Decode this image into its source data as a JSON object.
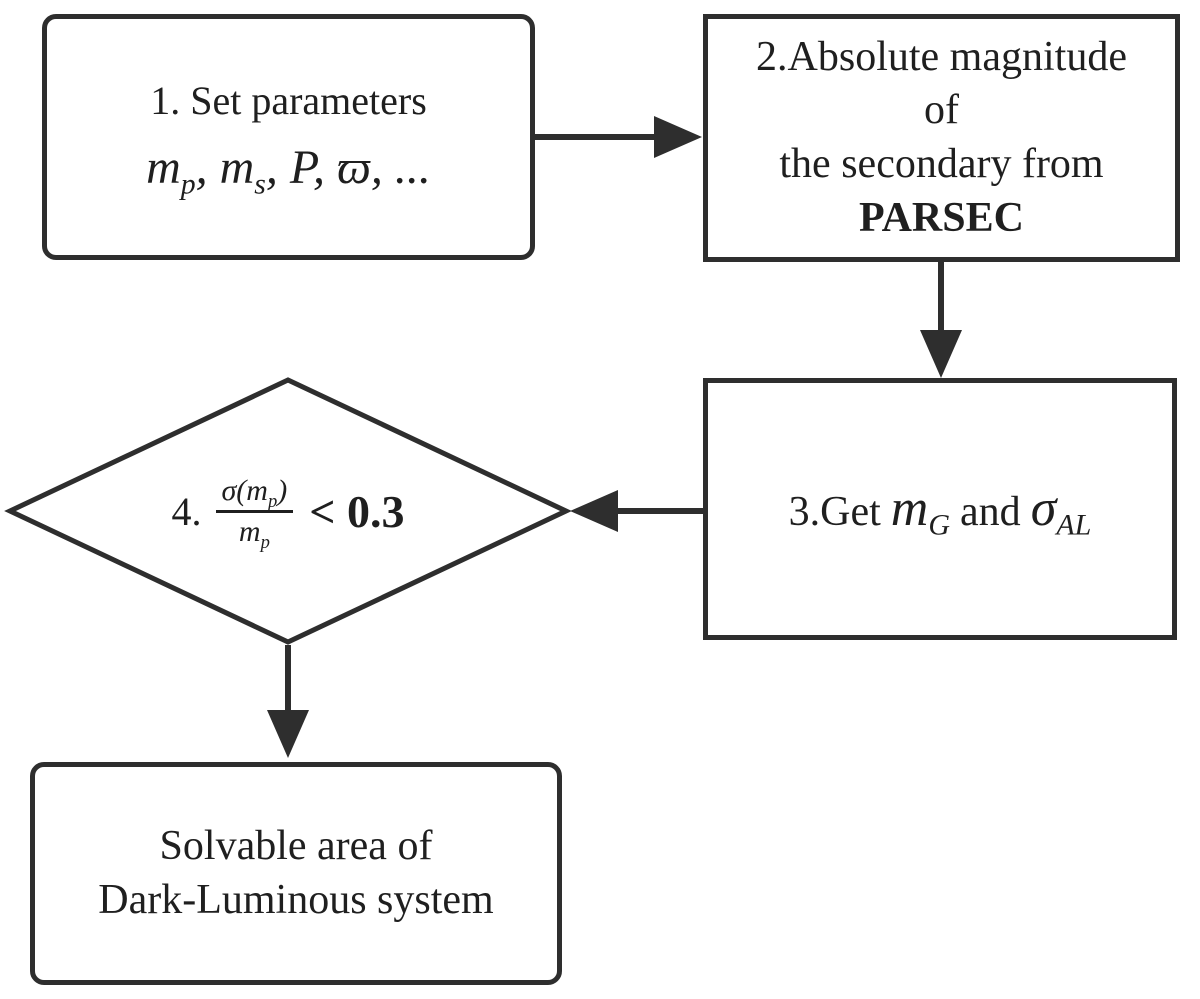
{
  "page": {
    "background": "#ffffff",
    "stroke_color": "#2e2e2e",
    "text_color": "#1f1f1f"
  },
  "nodes": {
    "set_parameters": {
      "title": "1. Set parameters",
      "math": {
        "m1": "m",
        "m1_sub": "p",
        "comma1": ", ",
        "m2": "m",
        "m2_sub": "s",
        "comma2": ", ",
        "p_symbol": "P",
        "comma3": ", ",
        "varpi": "ϖ",
        "tail": ", ..."
      }
    },
    "absolute_magnitude": {
      "line1": "2.Absolute magnitude",
      "line2": "of",
      "line3": "the secondary from",
      "line4": "PARSEC"
    },
    "get_values": {
      "prefix": "3.Get",
      "m_base": "m",
      "m_sub": "G",
      "and_text": "and",
      "sigma_base": "σ",
      "sigma_sub": "AL"
    },
    "decision": {
      "step": "4.",
      "numerator_base": "σ(m",
      "numerator_sub": "p",
      "numerator_close": ")",
      "denominator_base": "m",
      "denominator_sub": "p",
      "condition": "< 0.3"
    },
    "solvable_area": {
      "line1": "Solvable area of",
      "line2": "Dark-Luminous system"
    }
  }
}
